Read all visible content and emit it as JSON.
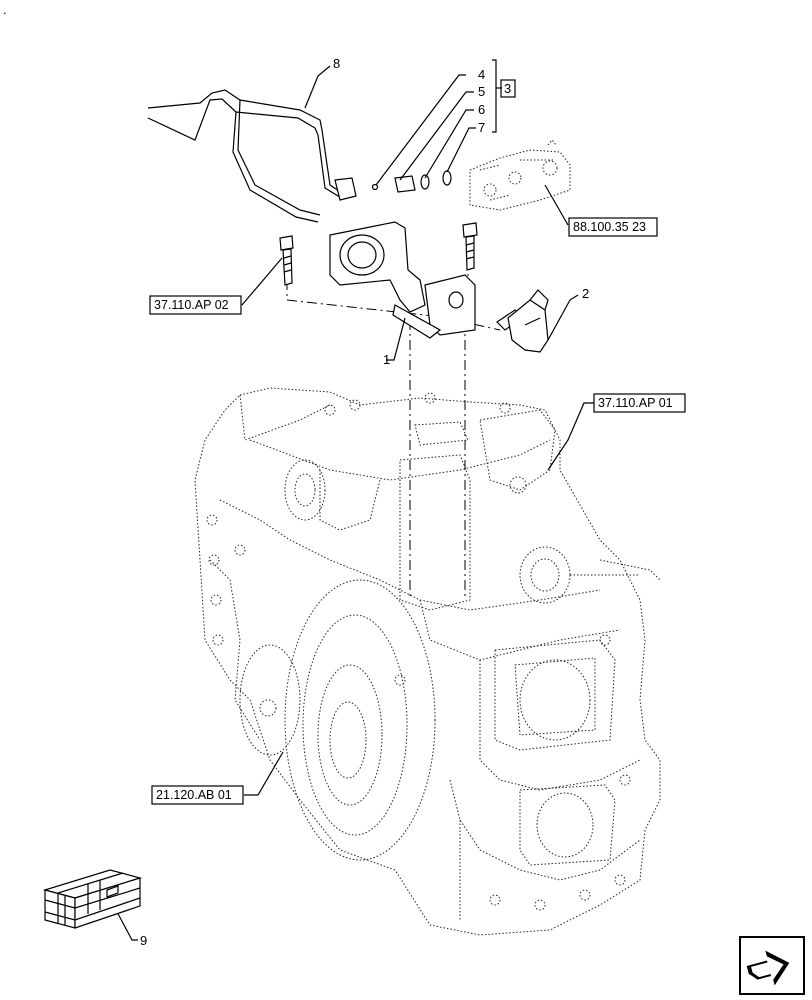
{
  "corner_mark": ".",
  "callouts": [
    "1",
    "2",
    "3",
    "4",
    "5",
    "6",
    "7",
    "8",
    "9"
  ],
  "references": [
    "88.100.35 23",
    "37.110.AP 02",
    "37.110.AP 01",
    "21.120.AB 01"
  ],
  "icons": {
    "navigation": "next-page-arrow-icon",
    "kit": "kit-crate-icon"
  }
}
